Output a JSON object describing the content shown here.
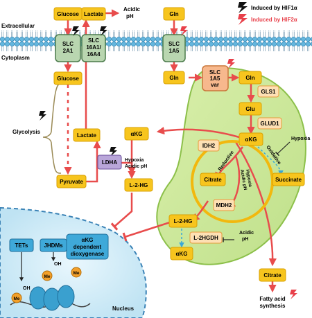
{
  "legend": {
    "hif1a": "Induced by HIF1α",
    "hif2a": "Induced by HIF2α"
  },
  "compartments": {
    "extracellular": "Extracellular",
    "cytoplasm": "Cytoplasm",
    "nucleus": "Nucleus"
  },
  "transporters": {
    "slc2a1": [
      "SLC",
      "2A1"
    ],
    "slc16": [
      "SLC",
      "16A1/",
      "16A4"
    ],
    "slc1a5": [
      "SLC",
      "1A5"
    ],
    "slc1a5var": [
      "SLC",
      "1A5",
      "var"
    ]
  },
  "metabolites": {
    "glucose_out": "Glucose",
    "lactate_out": "Lactate",
    "acidic_ph": [
      "Acidic",
      "pH"
    ],
    "gln_out": "Gln",
    "glucose_in": "Glucose",
    "gln_in": "Gln",
    "gln_mito": "Gln",
    "glu": "Glu",
    "akg_mito": "αKG",
    "akg_cyto": "αKG",
    "lactate_in": "Lactate",
    "pyruvate": "Pyruvate",
    "l2hg_cyto": "L-2-HG",
    "citrate_mito": "Citrate",
    "succinate": "Succinate",
    "l2hg_mito": "L-2-HG",
    "akg_mito2": "αKG",
    "citrate_out": "Citrate"
  },
  "enzymes": {
    "gls1": "GLS1",
    "glud1": "GLUD1",
    "idh2": "IDH2",
    "mdh2": "MDH2",
    "l2hgdh": "L-2HGDH",
    "ldha": "LDHA"
  },
  "annotations": {
    "glycolysis": "Glycolysis",
    "hypoxia_acidic_ph_ldha": [
      "Hypoxia",
      "Acidic pH"
    ],
    "hypoxia": "Hypoxia",
    "reductive": "Reductive",
    "oxidative": "Oxidative",
    "hypoxia_acidic_ph_mito": [
      "Hypoxia",
      "Acidic pH"
    ],
    "acidic_ph_l2hgdh": [
      "Acidic",
      "pH"
    ],
    "fatty_acid": [
      "Fatty acid",
      "synthesis"
    ]
  },
  "nucleus": {
    "tets": "TETs",
    "jhdms": "JHDMs",
    "akg_dioxygenase": [
      "αKG",
      "dependent",
      "dioxygenase"
    ],
    "oh": "OH",
    "me": "Me"
  },
  "colors": {
    "metabolite_fill": "#f7c51e",
    "arrow": "#e84c4c",
    "hif2_bolt": "#e8404a",
    "mito_fill": "#cfe89a",
    "nucleus_fill": "#d6eef8",
    "transporter_fill": "#b9d6b0",
    "var_fill": "#f7b88d"
  },
  "icons": [
    "lightning-bolt-hif1a-icon",
    "lightning-bolt-hif2a-icon"
  ]
}
